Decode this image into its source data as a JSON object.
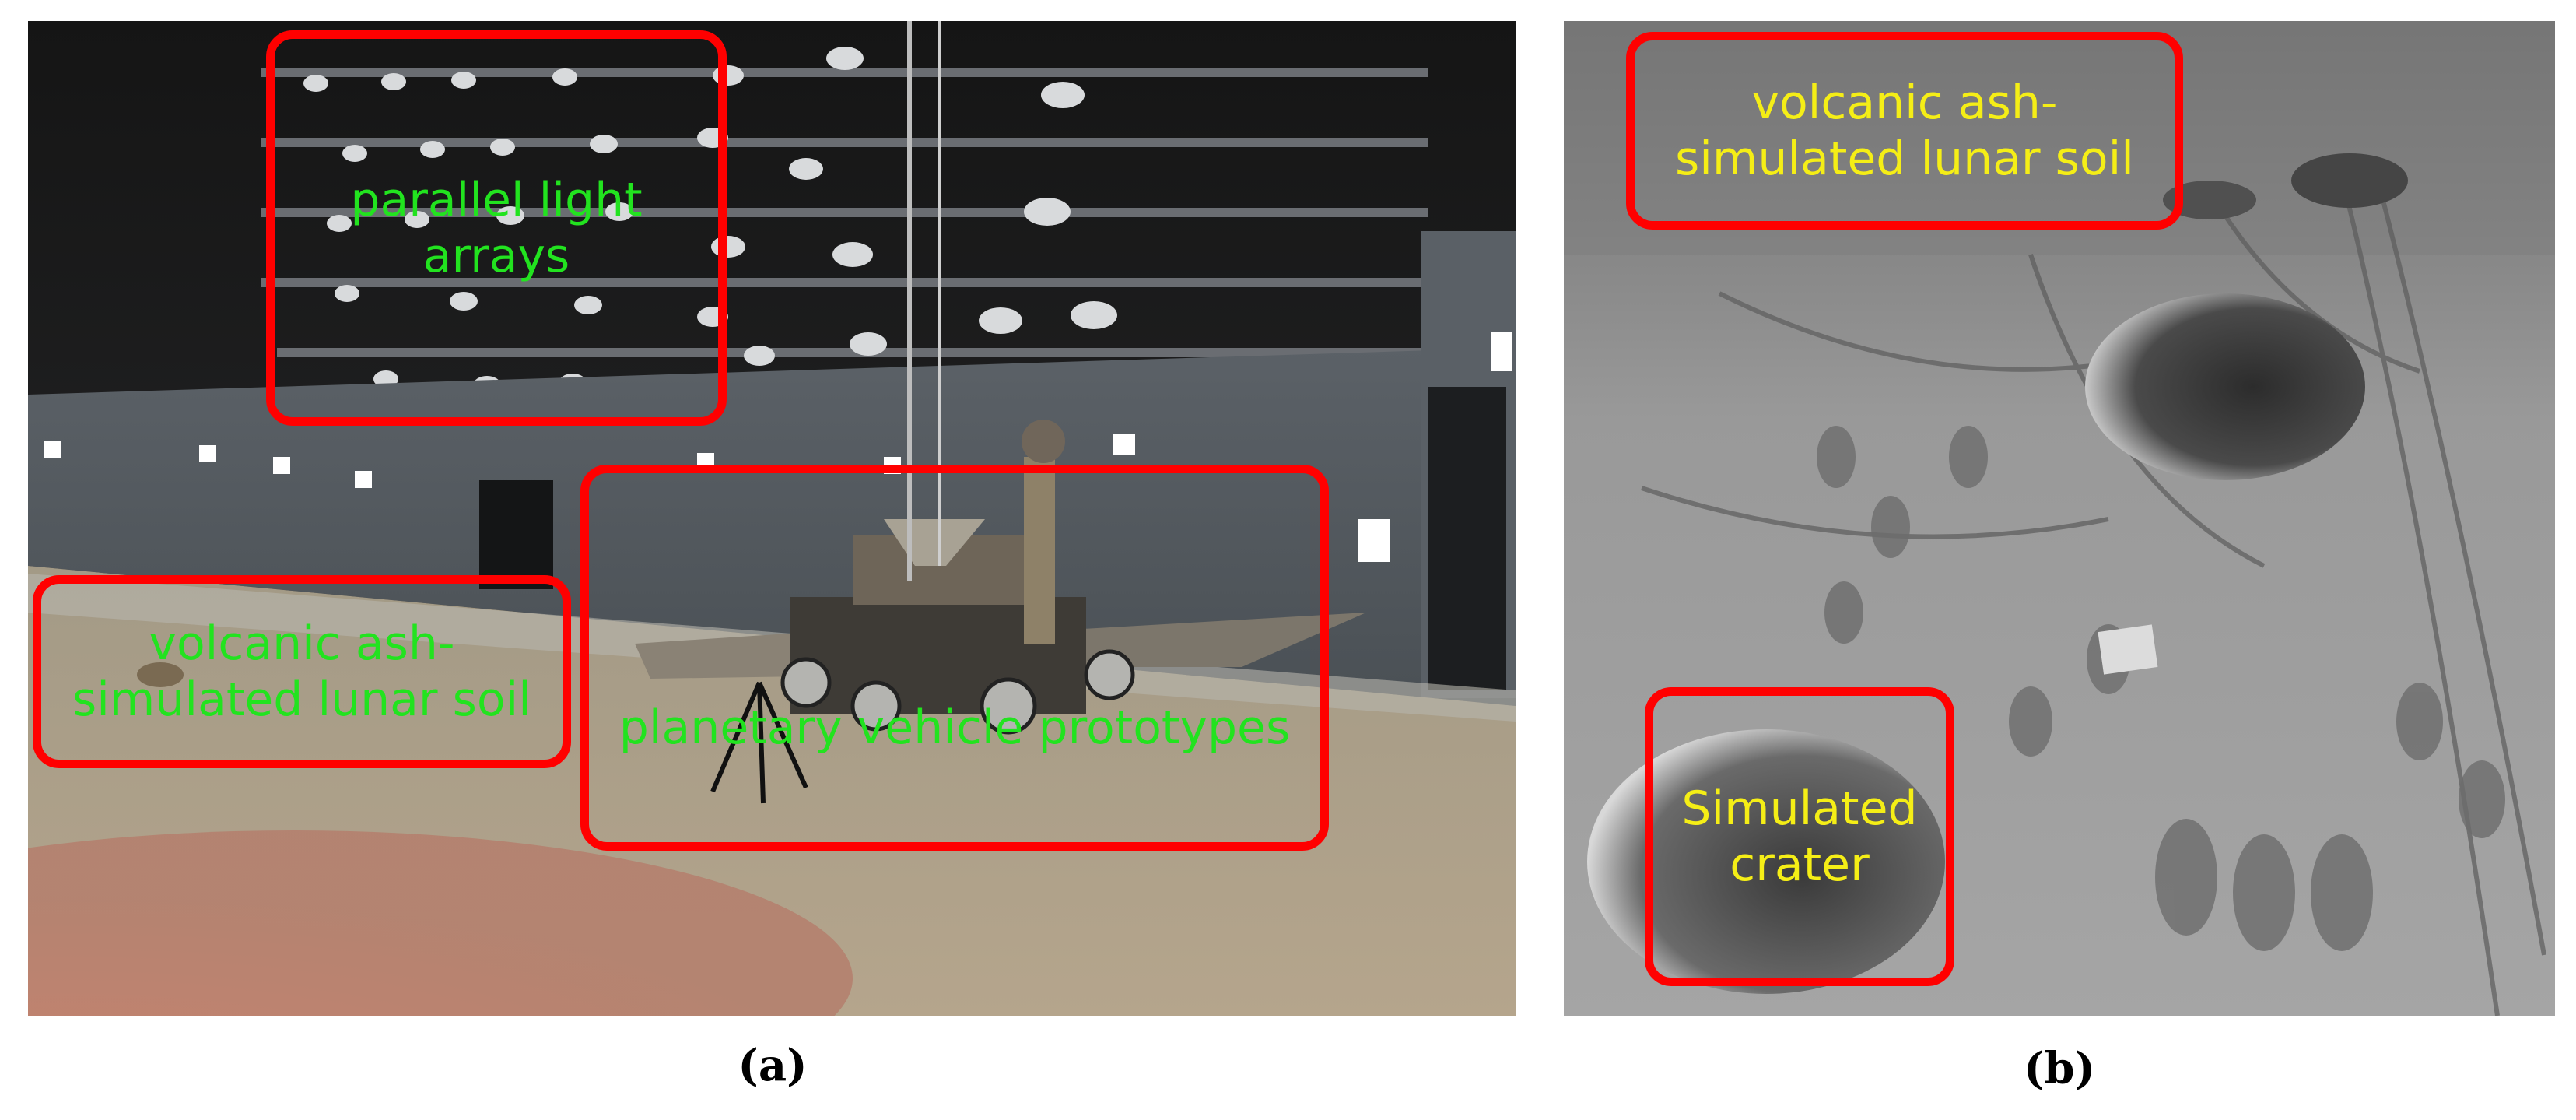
{
  "panel_a": {
    "caption": "(a)",
    "annotations": {
      "lights": "parallel light arrays",
      "soil": "volcanic ash-\nsimulated lunar soil",
      "vehicle": "planetary vehicle prototypes"
    },
    "label_color": "#22e31f"
  },
  "panel_b": {
    "caption": "(b)",
    "annotations": {
      "soil": "volcanic ash-\nsimulated lunar soil",
      "crater": "Simulated\ncrater"
    },
    "label_color": "#f5ee16"
  },
  "box_color": "#ff0000"
}
